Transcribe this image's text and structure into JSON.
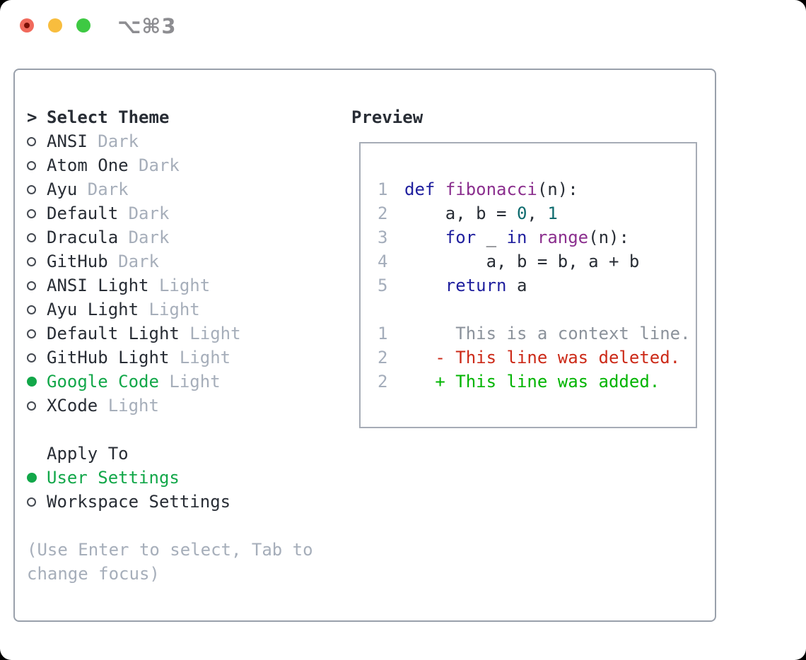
{
  "window": {
    "shortcut_label": "⌥⌘3"
  },
  "colors": {
    "text_dark": "#282d35",
    "dim_text": "#a6aeba",
    "accent_green": "#12a749",
    "border_gray": "#99a0ab",
    "preview_border_gray": "#a6acb6",
    "line_number_gray": "#a4adbb",
    "context_gray": "#8b929b",
    "diff_deleted_red": "#cc2a18",
    "diff_added_green": "#00b400",
    "keyword_blue": "#1f1f9e",
    "name_purple": "#8b2f8e",
    "literal_teal": "#0e6b6e",
    "traffic_red": "#f16a5c",
    "traffic_red_dot": "#7d1006",
    "traffic_yellow": "#f8bd3e",
    "traffic_green": "#3ec943",
    "shortcut_gray": "#8d8d91"
  },
  "theme_panel": {
    "prompt_symbol": ">",
    "title": "Select Theme",
    "themes": [
      {
        "name": "ANSI",
        "variant": "Dark",
        "selected": false
      },
      {
        "name": "Atom One",
        "variant": "Dark",
        "selected": false
      },
      {
        "name": "Ayu",
        "variant": "Dark",
        "selected": false
      },
      {
        "name": "Default",
        "variant": "Dark",
        "selected": false
      },
      {
        "name": "Dracula",
        "variant": "Dark",
        "selected": false
      },
      {
        "name": "GitHub",
        "variant": "Dark",
        "selected": false
      },
      {
        "name": "ANSI Light",
        "variant": "Light",
        "selected": false
      },
      {
        "name": "Ayu Light",
        "variant": "Light",
        "selected": false
      },
      {
        "name": "Default Light",
        "variant": "Light",
        "selected": false
      },
      {
        "name": "GitHub Light",
        "variant": "Light",
        "selected": false
      },
      {
        "name": "Google Code",
        "variant": "Light",
        "selected": true
      },
      {
        "name": "XCode",
        "variant": "Light",
        "selected": false
      }
    ],
    "apply_to": {
      "title": "Apply To",
      "options": [
        {
          "label": "User Settings",
          "selected": true
        },
        {
          "label": "Workspace Settings",
          "selected": false
        }
      ]
    },
    "help_text": "(Use Enter to select, Tab to change focus)"
  },
  "preview_panel": {
    "title": "Preview",
    "code_lines": [
      {
        "num": "1",
        "tokens": [
          {
            "text": "def",
            "type": "keyword"
          },
          {
            "text": " ",
            "type": "plain"
          },
          {
            "text": "fibonacci",
            "type": "name"
          },
          {
            "text": "(n):",
            "type": "plain"
          }
        ]
      },
      {
        "num": "2",
        "tokens": [
          {
            "text": "    a, b = ",
            "type": "plain"
          },
          {
            "text": "0",
            "type": "literal"
          },
          {
            "text": ", ",
            "type": "plain"
          },
          {
            "text": "1",
            "type": "literal"
          }
        ]
      },
      {
        "num": "3",
        "tokens": [
          {
            "text": "    ",
            "type": "plain"
          },
          {
            "text": "for",
            "type": "keyword"
          },
          {
            "text": " _ ",
            "type": "plain"
          },
          {
            "text": "in",
            "type": "keyword"
          },
          {
            "text": " ",
            "type": "plain"
          },
          {
            "text": "range",
            "type": "name"
          },
          {
            "text": "(n):",
            "type": "plain"
          }
        ]
      },
      {
        "num": "4",
        "tokens": [
          {
            "text": "        a, b = b, a + b",
            "type": "plain"
          }
        ]
      },
      {
        "num": "5",
        "tokens": [
          {
            "text": "    ",
            "type": "plain"
          },
          {
            "text": "return",
            "type": "keyword"
          },
          {
            "text": " a",
            "type": "plain"
          }
        ]
      }
    ],
    "diff_lines": [
      {
        "num": "1",
        "text": "     This is a context line.",
        "kind": "context"
      },
      {
        "num": "2",
        "text": "   - This line was deleted.",
        "kind": "deleted"
      },
      {
        "num": "2",
        "text": "   + This line was added.",
        "kind": "added"
      }
    ]
  }
}
